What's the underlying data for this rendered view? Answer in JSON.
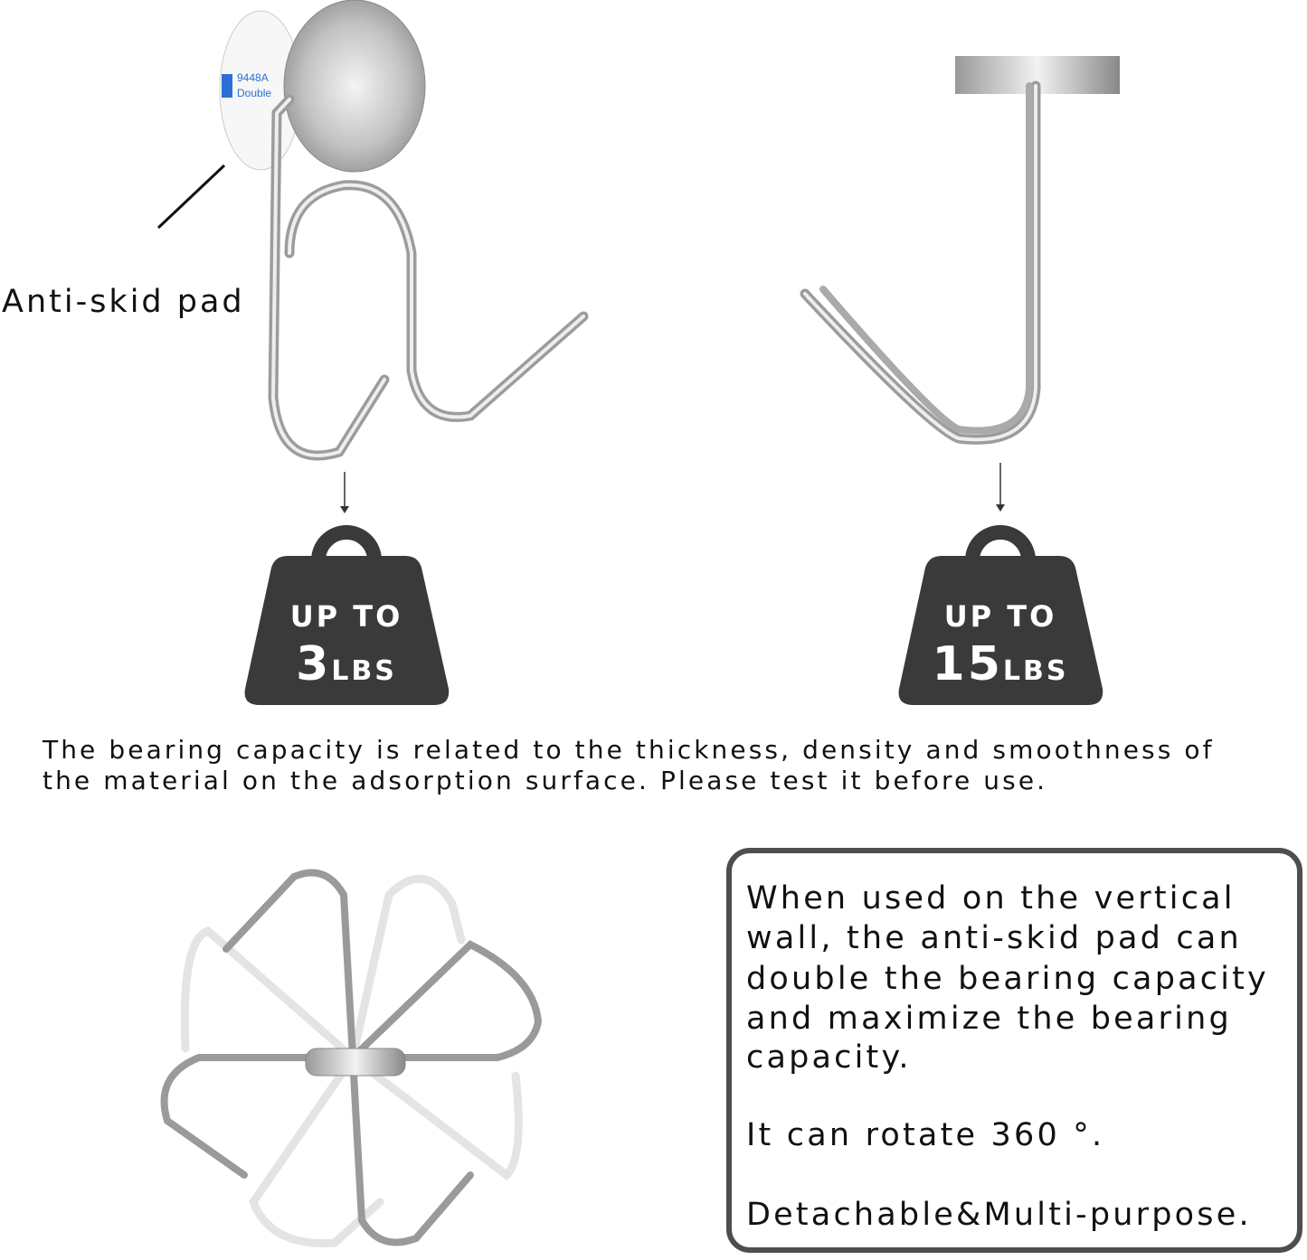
{
  "labels": {
    "anti_skid_pad": "Anti-skid pad"
  },
  "pad_print": "9448A Double",
  "weights": [
    {
      "up_to": "UP TO",
      "value": "3",
      "unit": "LBS"
    },
    {
      "up_to": "UP TO",
      "value": "15",
      "unit": "LBS"
    }
  ],
  "note": {
    "line1": "The bearing capacity is related to the thickness, density and smoothness of",
    "line2": "the material on the adsorption surface. Please test it before use."
  },
  "info_box": {
    "lines": [
      "When used on the vertical",
      "wall, the anti-skid pad can",
      "double the bearing capacity",
      "and maximize the bearing",
      "capacity."
    ],
    "rotate": "It can rotate 360 °.",
    "detachable": "Detachable&Multi-purpose."
  },
  "colors": {
    "weight_fill": "#3a3a3a",
    "box_border": "#4e4e4e",
    "metal": "#b8b8b8",
    "pad_blue": "#2b6fd6"
  }
}
